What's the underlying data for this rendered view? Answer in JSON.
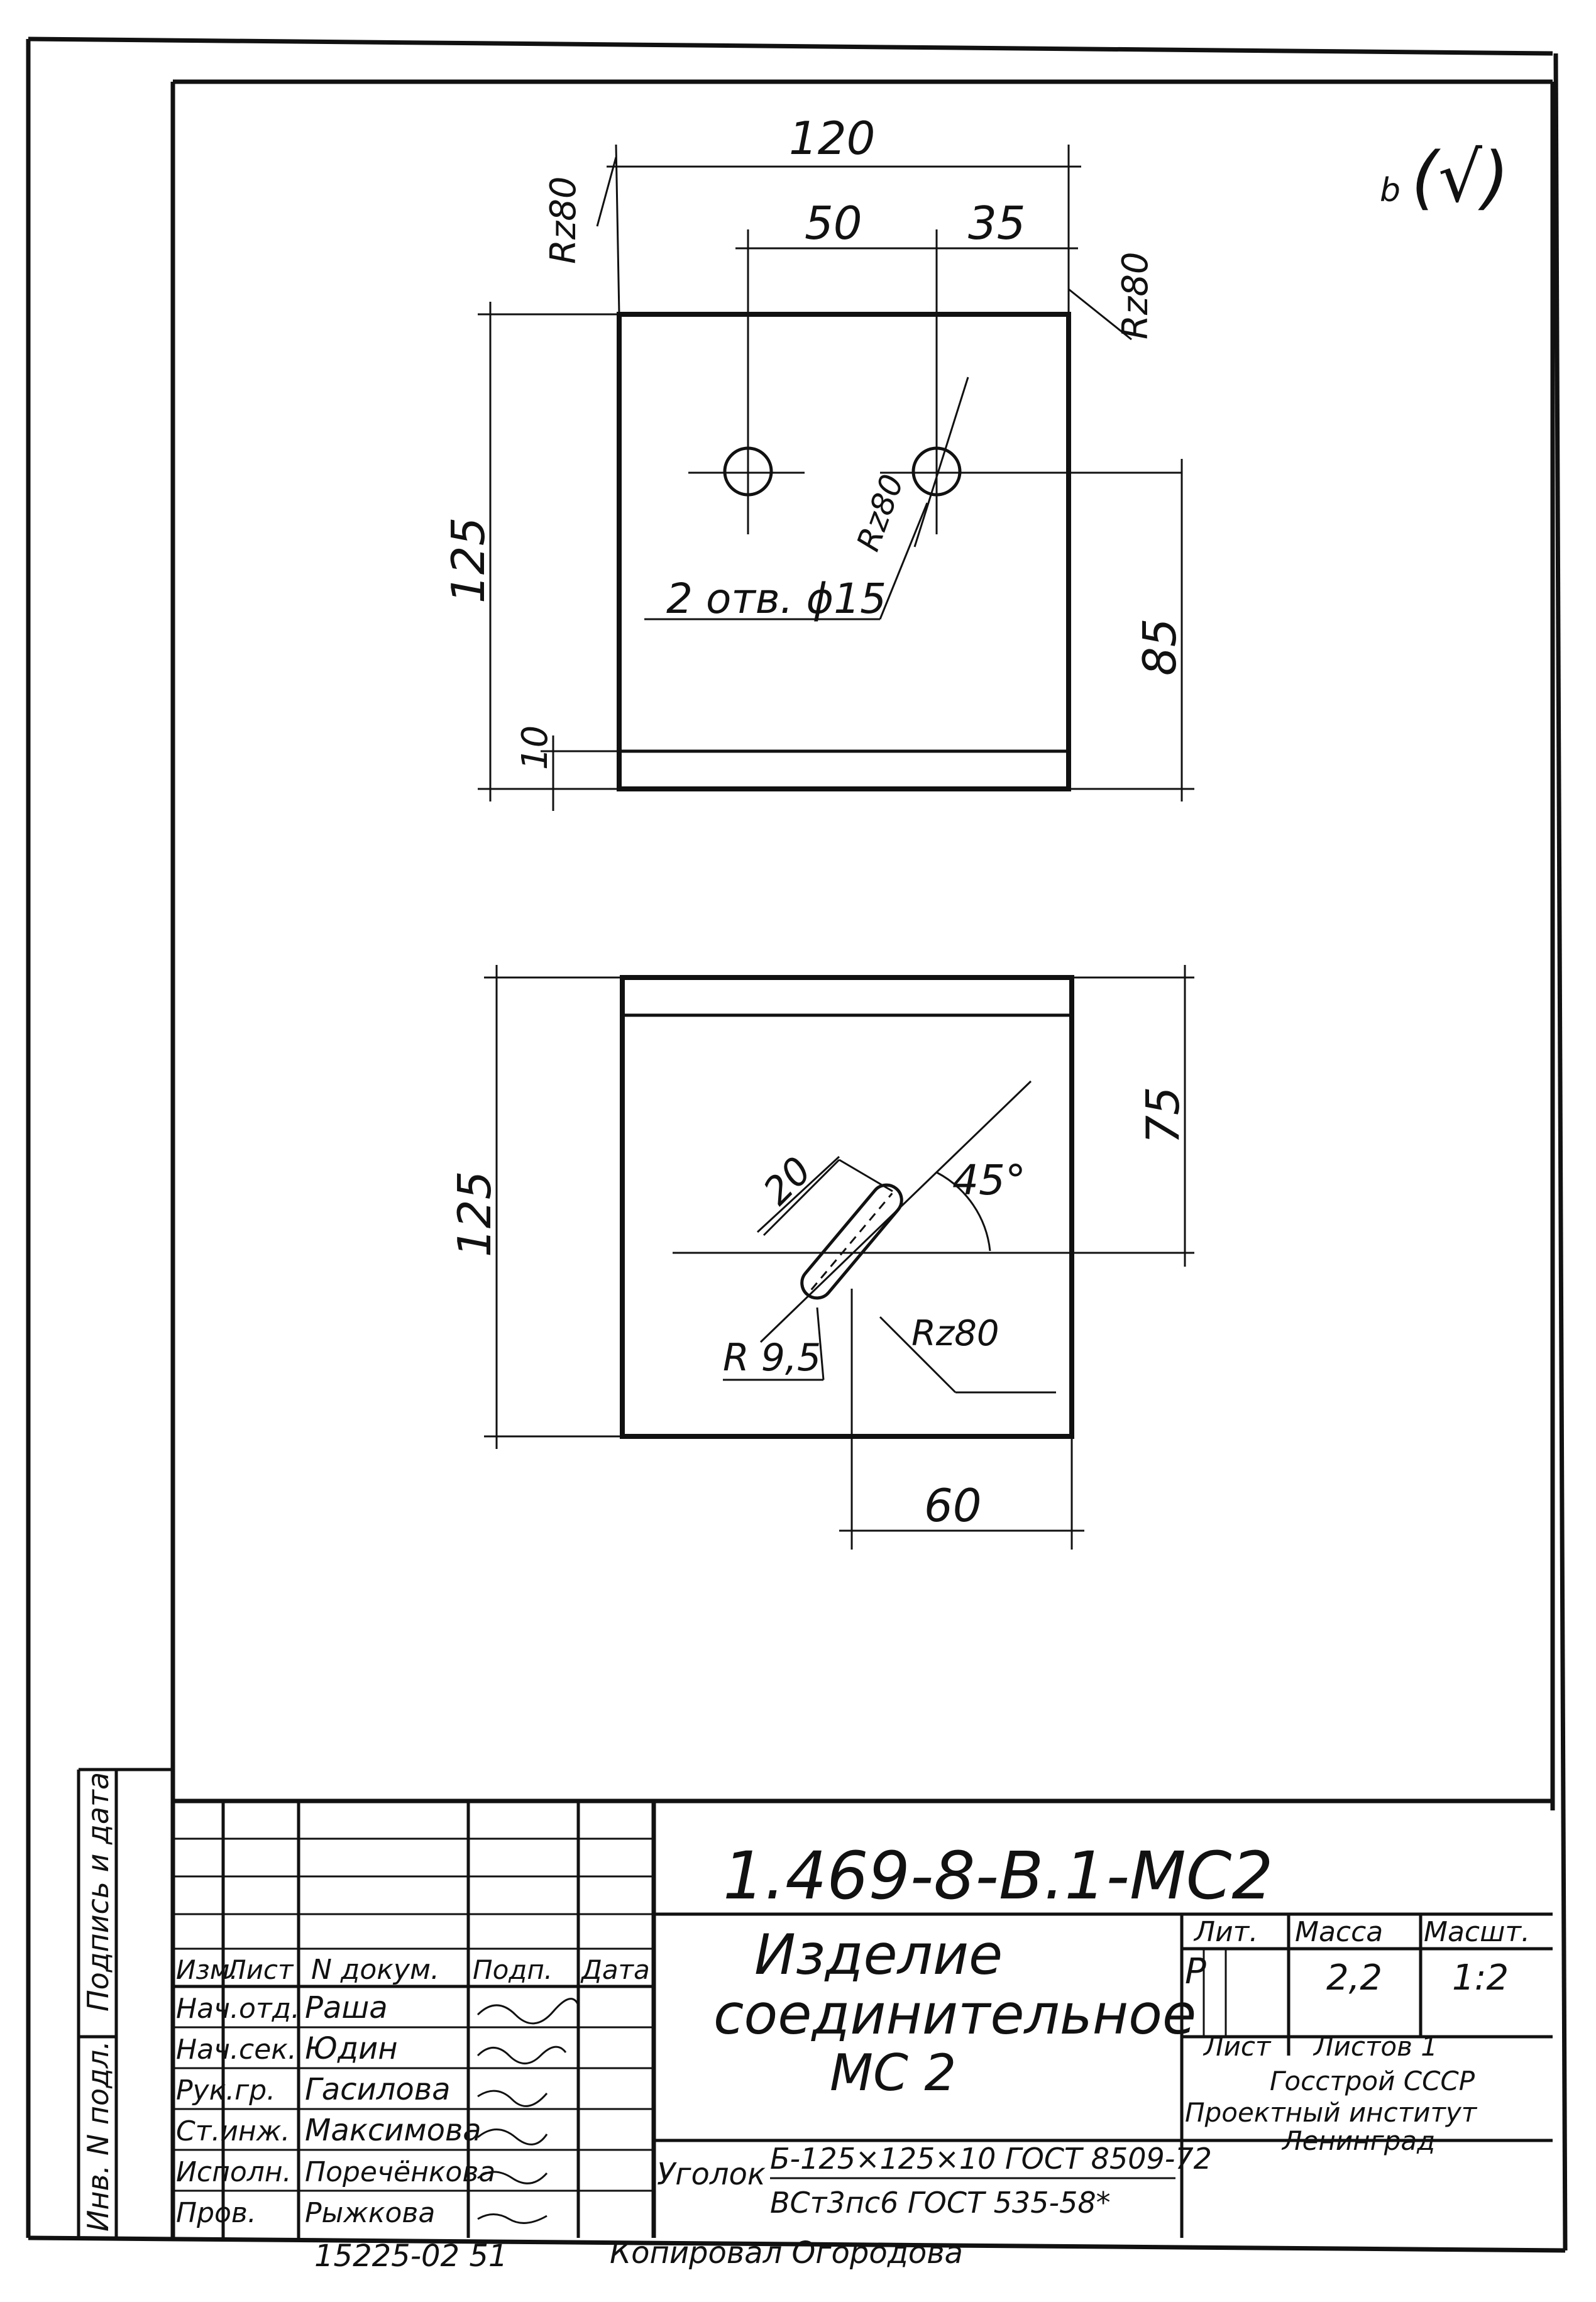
{
  "drawing": {
    "dims_top": {
      "width_total": "120",
      "hole_spacing": "50",
      "hole_to_edge": "35",
      "height_total": "125",
      "height_hole": "85",
      "flange": "10",
      "roughness_a": "Rz80",
      "roughness_b": "Rz80",
      "roughness_c": "Rz80",
      "holes_note": "2 отв. ϕ15"
    },
    "dims_bottom": {
      "height_total": "125",
      "slot_height": "75",
      "slot_width": "20",
      "angle": "45°",
      "slot_radius": "R 9,5",
      "roughness": "Rz80",
      "slot_offset": "60"
    },
    "surface_mark": "(√)"
  },
  "title_block": {
    "doc_number": "1.469-8-В.1-МС2",
    "product_name_line1": "Изделие",
    "product_name_line2": "соединительное",
    "product_name_line3": "МС 2",
    "material_label": "Уголок",
    "material_line1": "Б-125×125×10 ГОСТ 8509-72",
    "material_line2": "ВСт3пс6 ГОСТ 535-58*",
    "col_izm": "Изм.",
    "col_list": "Лист",
    "col_ndok": "N докум.",
    "col_podp": "Подп.",
    "col_data": "Дата",
    "rows": [
      {
        "role": "Нач.отд.",
        "name": "Раша"
      },
      {
        "role": "Нач.сек.",
        "name": "Юдин"
      },
      {
        "role": "Рук.гр.",
        "name": "Гасилова"
      },
      {
        "role": "Ст.инж.",
        "name": "Максимова"
      },
      {
        "role": "Исполн.",
        "name": "Поречёнкова"
      },
      {
        "role": "Пров.",
        "name": "Рыжкова"
      }
    ],
    "hdr_lit": "Лит.",
    "hdr_massa": "Масса",
    "hdr_masshtab": "Масшт.",
    "lit_value": "Р",
    "massa_value": "2,2",
    "masshtab_value": "1:2",
    "hdr_sheet": "Лист",
    "hdr_sheets": "Листов 1",
    "org_line1": "Госстрой СССР",
    "org_line2": "Проектный институт",
    "org_line3": "Ленинград",
    "side_label_1": "Подпись и дата",
    "side_label_2": "Инв. N подл.",
    "footer_number": "15225-02 51",
    "footer_copied": "Копировал Огородова"
  }
}
